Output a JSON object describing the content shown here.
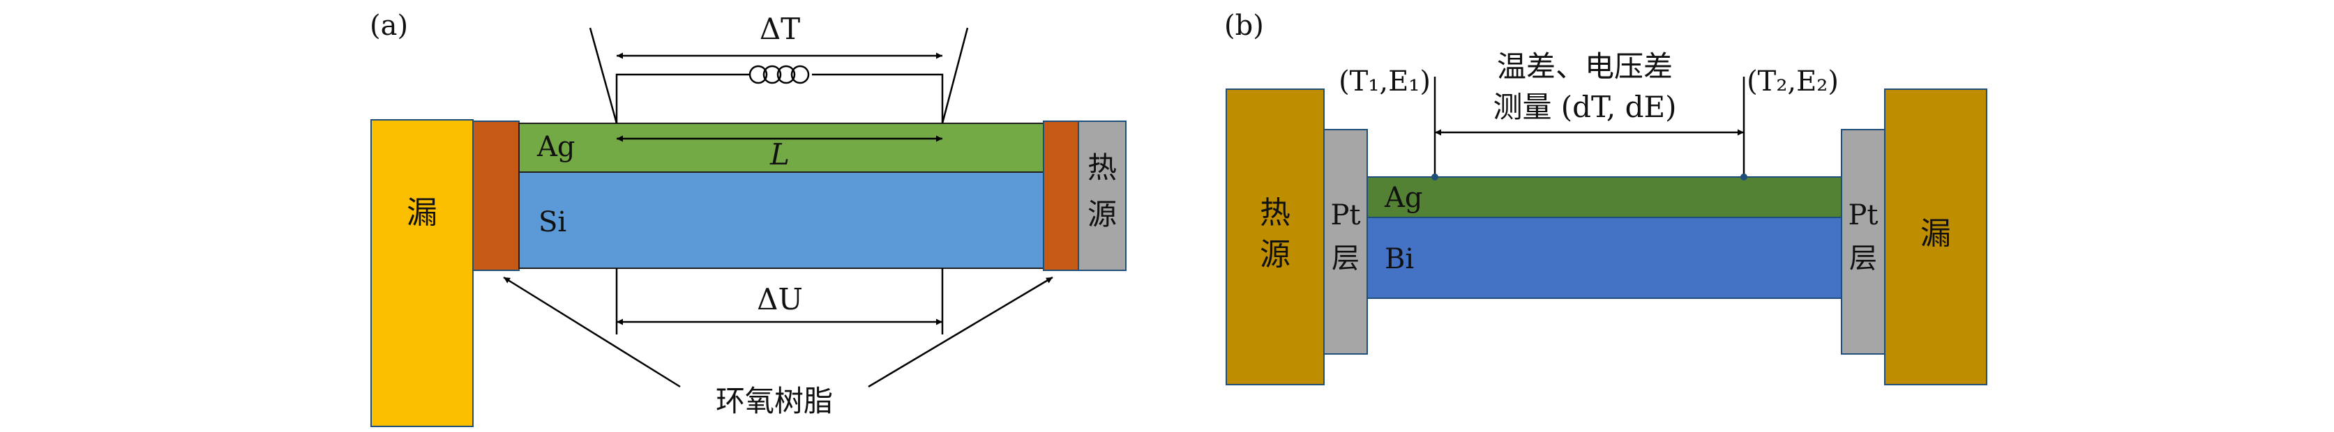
{
  "panel_a": {
    "label": "(a)",
    "sink": "漏",
    "heat_source": [
      "热",
      "源"
    ],
    "layer_top": "Ag",
    "layer_bottom": "Si",
    "delta_t": "ΔT",
    "length": "L",
    "delta_u": "ΔU",
    "epoxy": "环氧树脂",
    "colors": {
      "sink": "#fbbf00",
      "epoxy": "#c65a14",
      "ag": "#74aa45",
      "si": "#5b9ad6",
      "heat_source": "#a6a6a6"
    }
  },
  "panel_b": {
    "label": "(b)",
    "heat_source": [
      "热",
      "源"
    ],
    "pt_left": [
      "Pt",
      "层"
    ],
    "pt_right": [
      "Pt",
      "层"
    ],
    "sink": "漏",
    "layer_top": "Ag",
    "layer_bottom": "Bi",
    "point_left": "(T₁,E₁)",
    "point_right": "(T₂,E₂)",
    "measure_line1": "温差、电压差",
    "measure_line2": "测量 (dT, dE)",
    "colors": {
      "block": "#bf8e00",
      "pt": "#a6a6a6",
      "ag": "#548235",
      "bi": "#4472c4"
    }
  }
}
